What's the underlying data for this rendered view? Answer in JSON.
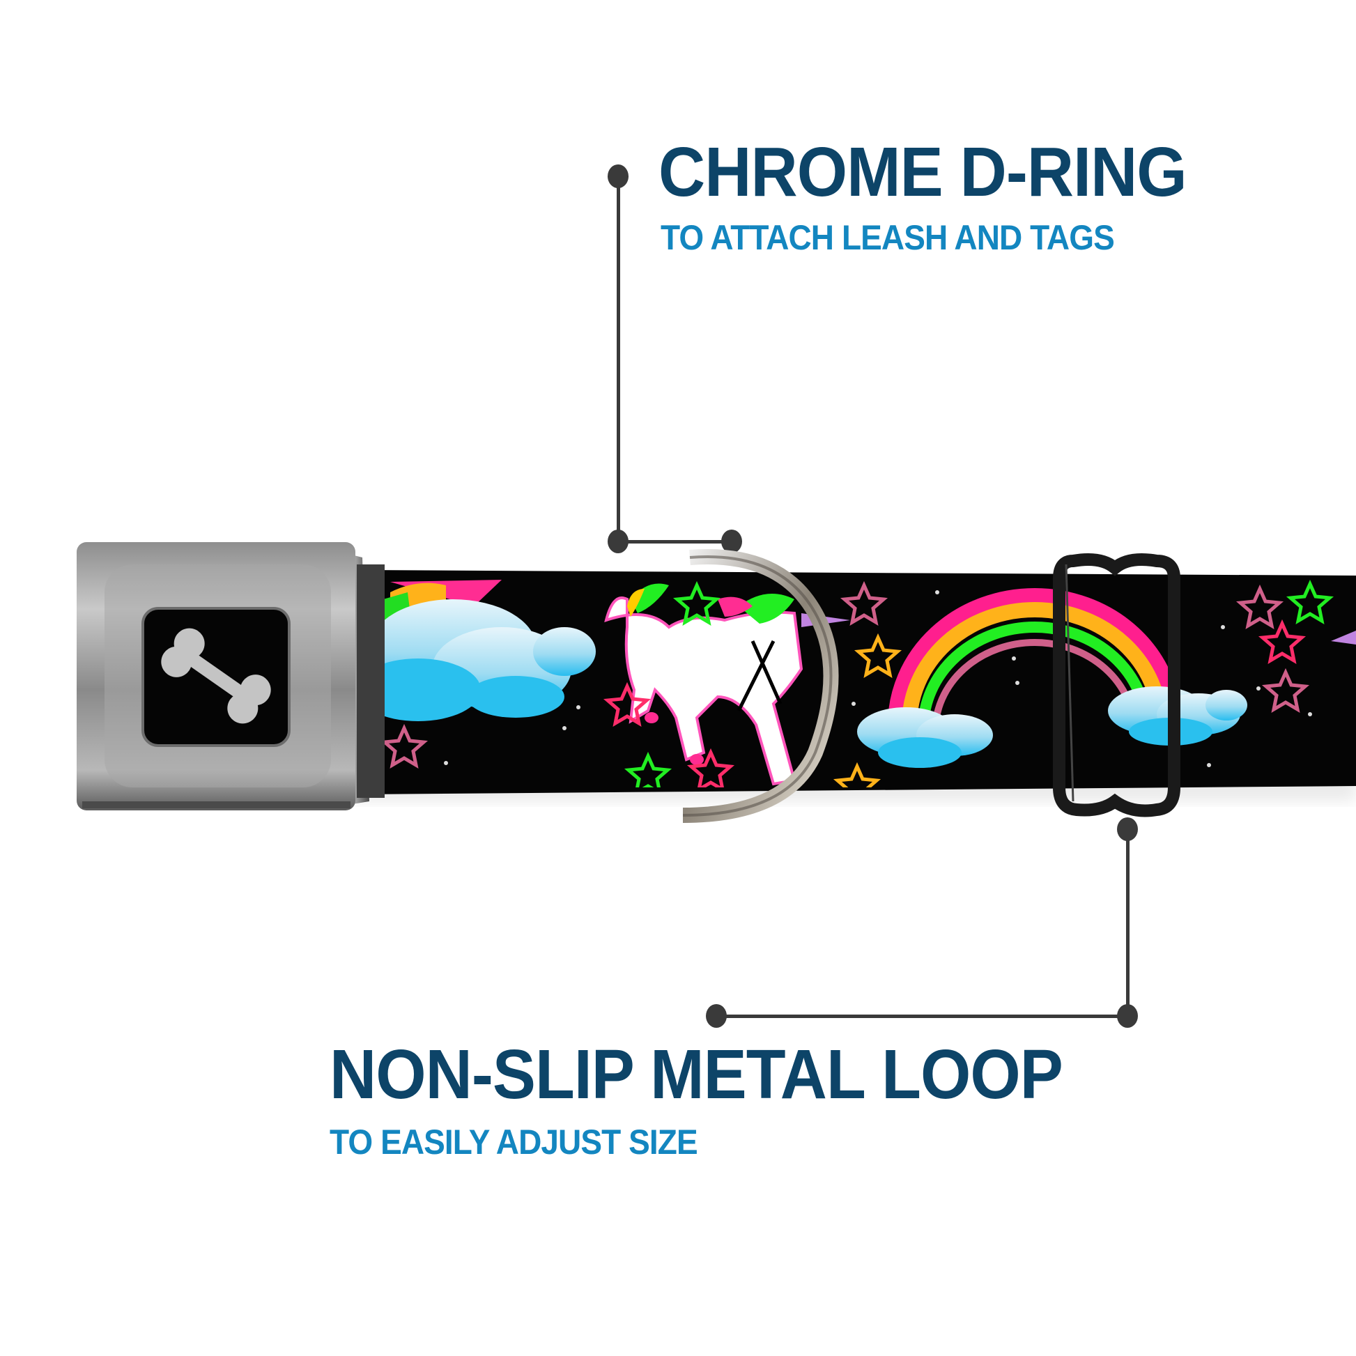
{
  "features": [
    {
      "id": "d-ring",
      "title": "CHROME D-RING",
      "subtitle": "TO ATTACH LEASH AND TAGS"
    },
    {
      "id": "metal-loop",
      "title": "NON-SLIP METAL LOOP",
      "subtitle": "TO EASILY ADJUST SIZE"
    }
  ],
  "product": {
    "buckle_logo_icon": "bone-icon",
    "pattern": [
      "unicorn",
      "rainbow",
      "cloud",
      "star",
      "sparkle"
    ]
  },
  "colors": {
    "title": "#0d4468",
    "subtitle": "#1386c0",
    "connector": "#3a3a3a",
    "strap": "#000000",
    "buckle": "#9a9a9a",
    "rainbow": [
      "#ff1f8e",
      "#ffb21a",
      "#ffd23a",
      "#22ee22",
      "#d0608a"
    ],
    "cloud": [
      "#e3f4fb",
      "#32c0ee"
    ]
  }
}
